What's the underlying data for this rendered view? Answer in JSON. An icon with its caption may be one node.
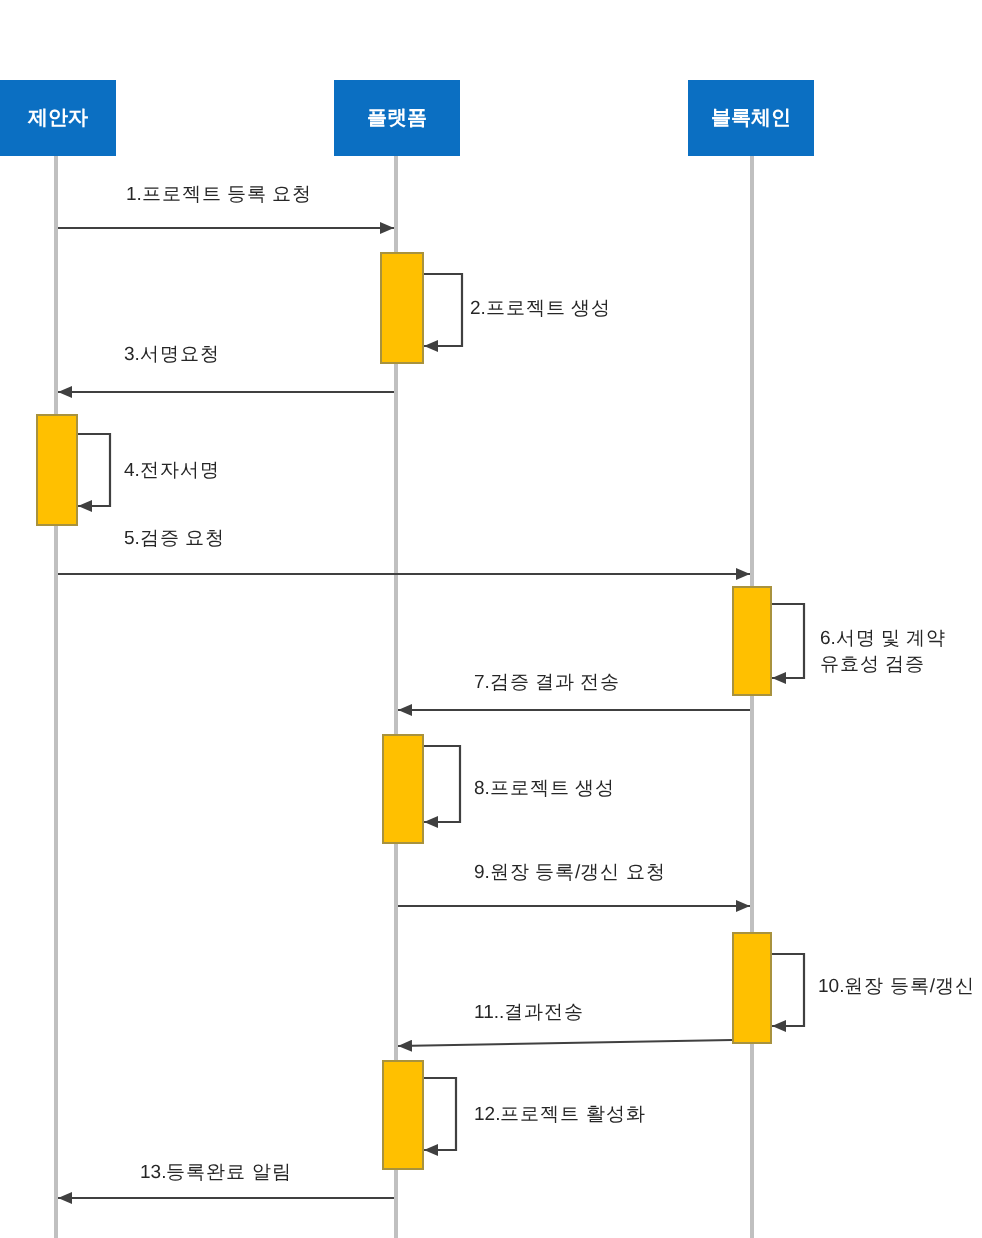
{
  "diagram": {
    "nodes": [
      {
        "text": [
          "제안자"
        ]
      },
      {
        "text": [
          "플랫폼"
        ]
      },
      {
        "text": [
          "블록체인"
        ]
      },
      {
        "text": [],
        "shape": "line"
      },
      {
        "text": [],
        "shape": "line"
      },
      {
        "text": [],
        "shape": "line"
      },
      {
        "text": [],
        "shape": "bar"
      },
      {
        "text": [],
        "shape": "bar"
      },
      {
        "text": [],
        "shape": "bar"
      },
      {
        "text": [],
        "shape": "bar"
      },
      {
        "text": [],
        "shape": "bar"
      },
      {
        "text": [],
        "shape": "bar"
      }
    ],
    "edges": [
      {
        "from": 3,
        "to": 4,
        "arrow": "to",
        "label": "1.프로젝트 등록 요청"
      },
      {
        "from": 6,
        "to": 6,
        "arrow": "to",
        "label": "2.프로젝트 생성"
      },
      {
        "from": 4,
        "to": 3,
        "arrow": "to",
        "label": "3.서명요청"
      },
      {
        "from": 7,
        "to": 7,
        "arrow": "to",
        "label": "4.전자서명"
      },
      {
        "from": 3,
        "to": 5,
        "arrow": "to",
        "label": "5.검증 요청"
      },
      {
        "from": 8,
        "to": 8,
        "arrow": "to",
        "label": "6.서명 및 계약 유효성 검증"
      },
      {
        "from": 5,
        "to": 4,
        "arrow": "to",
        "label": "7.검증 결과 전송"
      },
      {
        "from": 9,
        "to": 9,
        "arrow": "to",
        "label": "8.프로젝트 생성"
      },
      {
        "from": 4,
        "to": 5,
        "arrow": "to",
        "label": "9.원장 등록/갱신 요청"
      },
      {
        "from": 10,
        "to": 10,
        "arrow": "to",
        "label": "10.원장 등록/갱신"
      },
      {
        "from": 10,
        "to": 4,
        "arrow": "to",
        "label": "11..결과전송"
      },
      {
        "from": 11,
        "to": 11,
        "arrow": "to",
        "label": "12.프로젝트 활성화"
      },
      {
        "from": 4,
        "to": 3,
        "arrow": "to",
        "label": "13.등록완료 알림"
      }
    ]
  }
}
